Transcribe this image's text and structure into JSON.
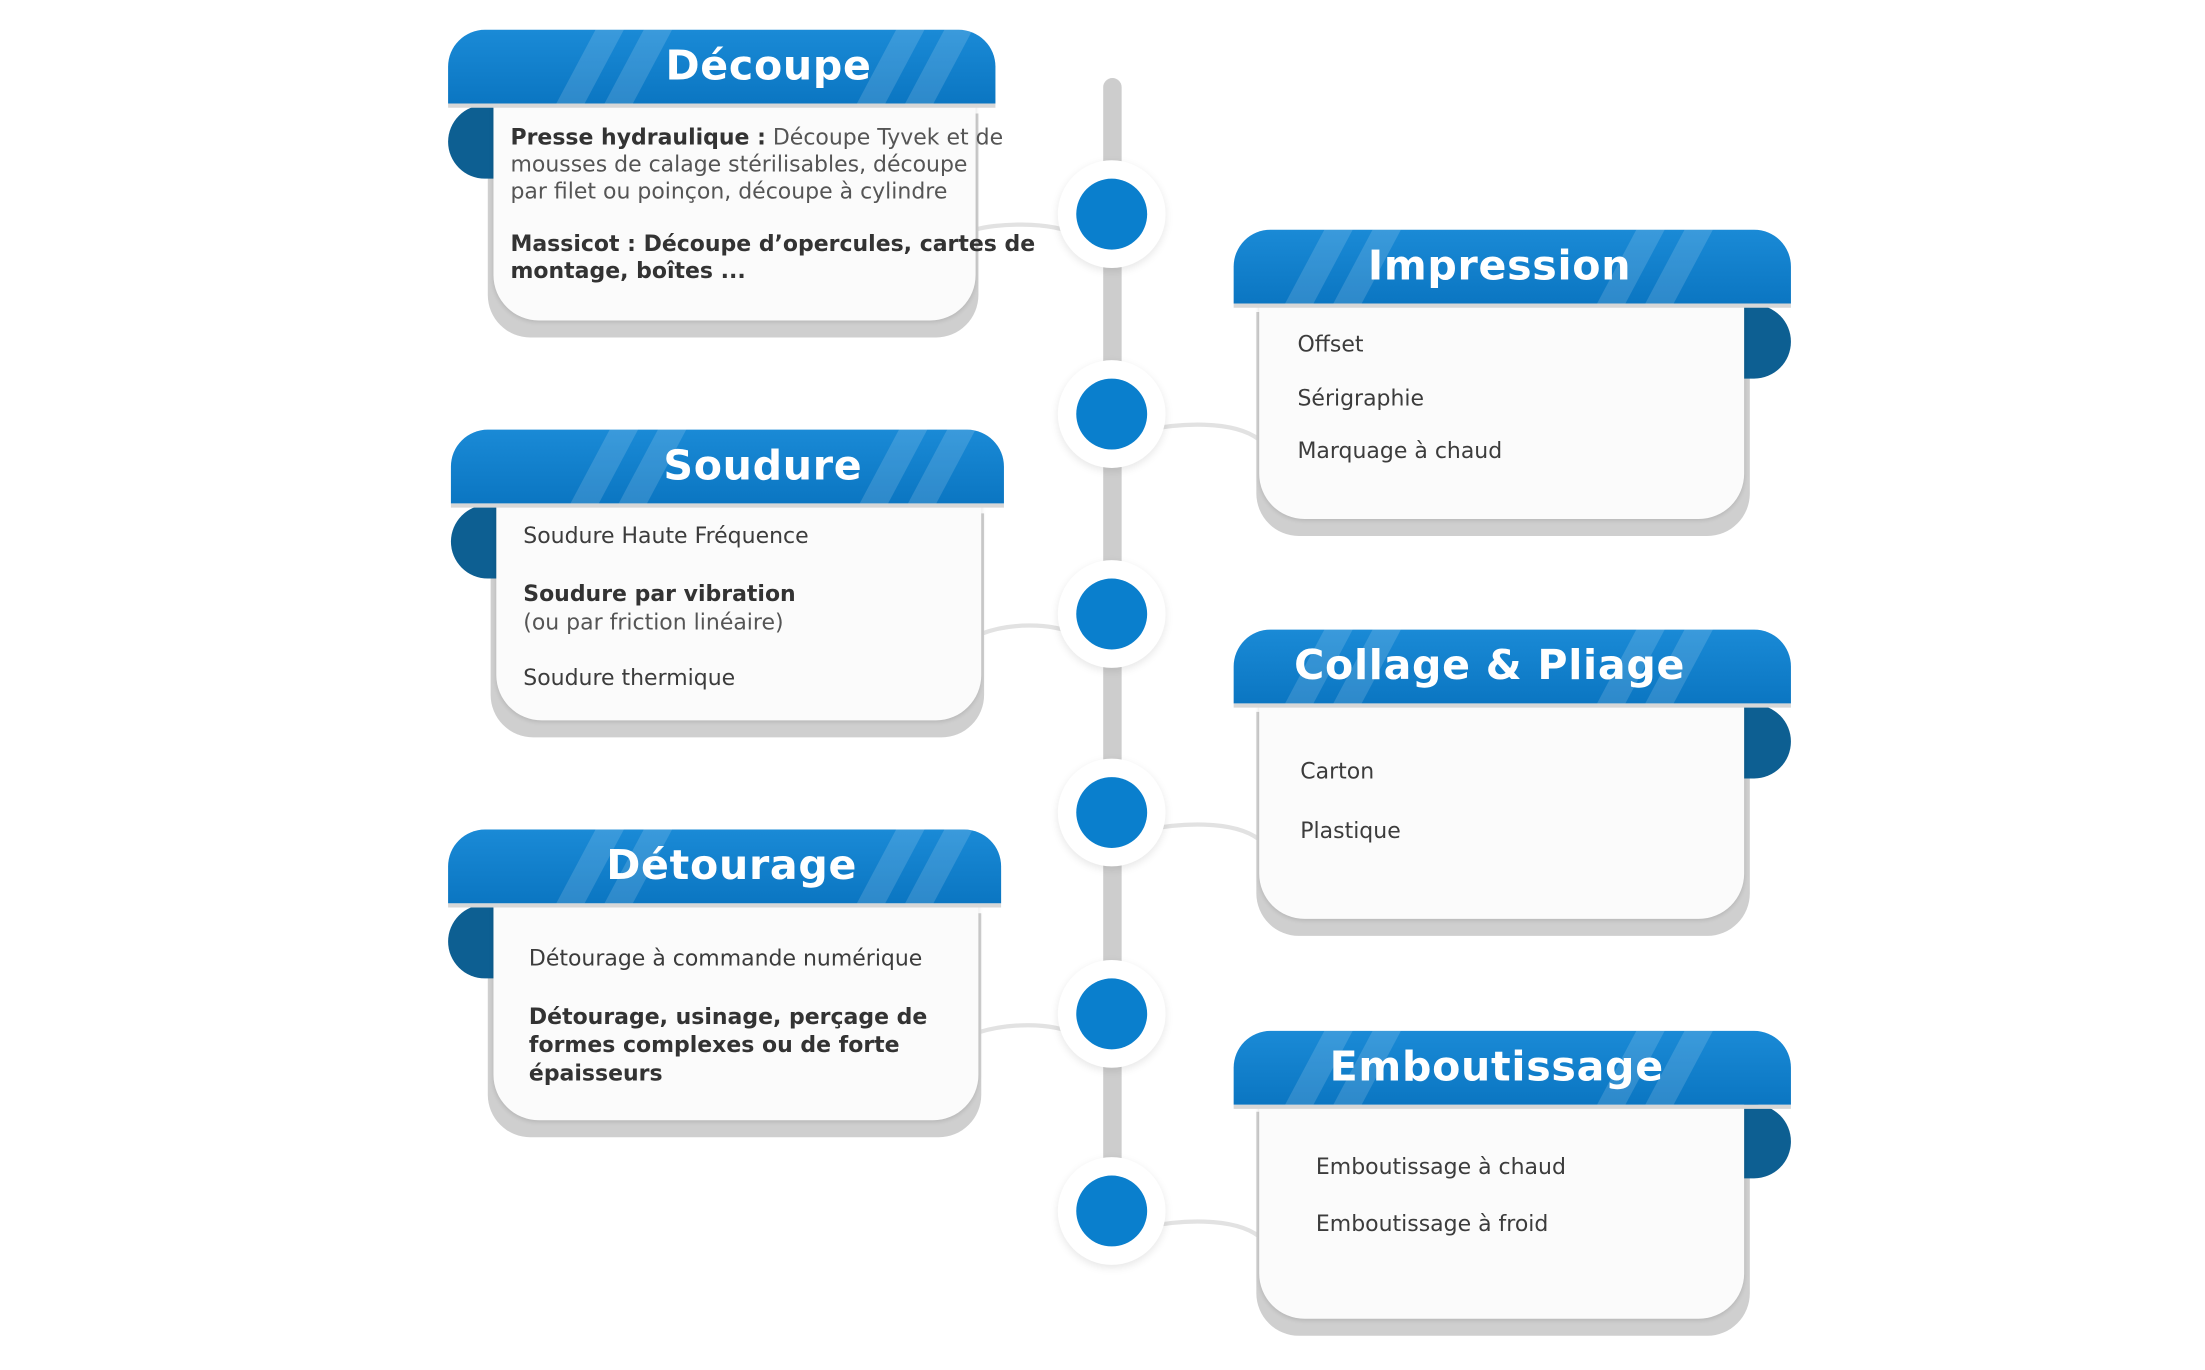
{
  "colors": {
    "primary": "#0a7fcd",
    "banner_dark": "#0d5f92",
    "timeline": "#cdcdcd",
    "card": "#fbfbfb"
  },
  "steps": [
    {
      "title": "Découpe",
      "items": [
        {
          "bold": "Presse hydraulique :",
          "text": " Découpe Tyvek et de",
          "cont": [
            "mousses de calage stérilisables, découpe",
            "par filet ou poinçon, découpe à cylindre"
          ]
        },
        {
          "bold": "Massicot : Découpe d’opercules, cartes de",
          "cont_bold": [
            "montage, boîtes ..."
          ]
        }
      ]
    },
    {
      "title": "Impression",
      "items": [
        "Offset",
        "Sérigraphie",
        "Marquage à chaud"
      ]
    },
    {
      "title": "Soudure",
      "items": [
        {
          "bold": "Soudure Haute Fréquence"
        },
        {
          "bold": "Soudure par vibration",
          "cont": [
            "(ou par friction linéaire)"
          ]
        },
        {
          "bold": "Soudure thermique"
        }
      ]
    },
    {
      "title": "Collage & Pliage",
      "items": [
        "Carton",
        "Plastique"
      ]
    },
    {
      "title": "Détourage",
      "items": [
        {
          "bold": "Détourage à commande numérique"
        },
        {
          "bold": "Détourage, usinage, perçage de",
          "cont_bold": [
            "formes complexes ou de forte",
            "épaisseurs"
          ]
        }
      ]
    },
    {
      "title": "Emboutissage",
      "items": [
        "Emboutissage à chaud",
        "Emboutissage à froid"
      ]
    }
  ]
}
